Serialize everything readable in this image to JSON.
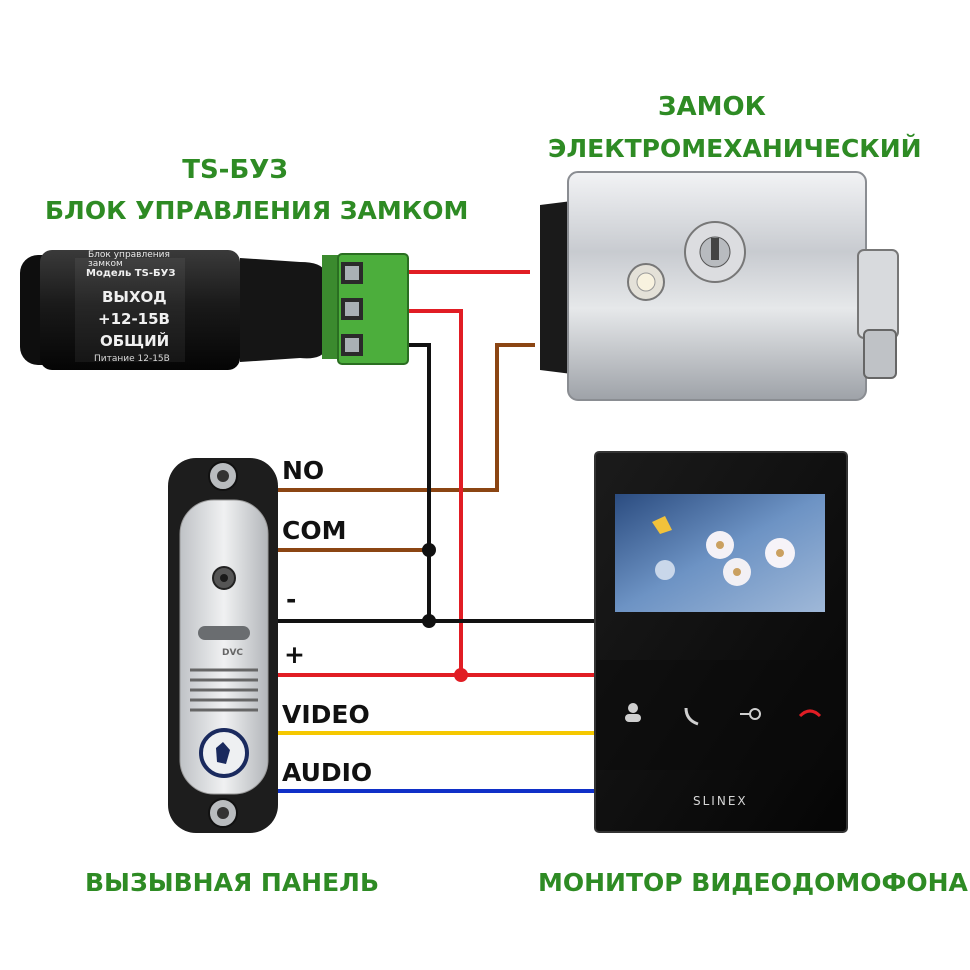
{
  "lock_controller": {
    "title_line1": "TS-БУЗ",
    "title_line2": "БЛОК УПРАВЛЕНИЯ ЗАМКОМ",
    "label_top": "Блок управления замком",
    "label_model": "Модель  TS-БУЗ",
    "label_output": "ВЫХОД",
    "label_voltage": "+12-15В",
    "label_common": "ОБЩИЙ",
    "label_power": "Питание   12-15В"
  },
  "lock": {
    "title_line1": "ЗАМОК",
    "title_line2": "ЭЛЕКТРОМЕХАНИЧЕСКИЙ"
  },
  "call_panel": {
    "title": "ВЫЗЫВНАЯ ПАНЕЛЬ",
    "brand": "DVC"
  },
  "monitor": {
    "title": "МОНИТОР ВИДЕОДОМОФОНА",
    "brand": "SLINEX"
  },
  "wire_labels": {
    "no": "NO",
    "com": "COM",
    "minus": "-",
    "plus": "+",
    "video": "VIDEO",
    "audio": "AUDIO"
  },
  "colors": {
    "title_green": "#2e8b24",
    "wire_brown": "#8b4513",
    "wire_red": "#e11d24",
    "wire_black": "#111111",
    "wire_yellow": "#f5c800",
    "wire_blue": "#1030c8"
  },
  "icons": [
    "camera-icon",
    "key-icon",
    "call-button-icon",
    "phone-icon",
    "door-key-icon",
    "hangup-icon",
    "user-icon"
  ]
}
